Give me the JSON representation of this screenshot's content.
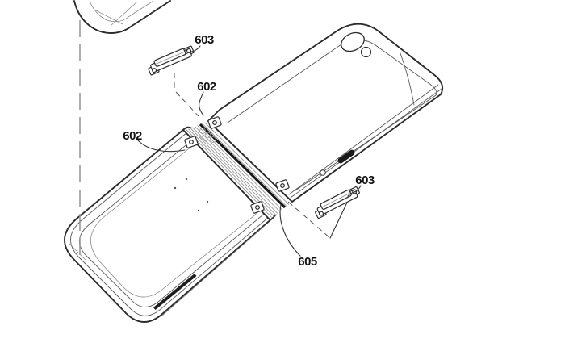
{
  "figure": {
    "title": "Foldable device hinge assembly patent drawing",
    "labels": {
      "l603_top": "603",
      "l602_upper": "602",
      "l602_left": "602",
      "l603_right": "603",
      "l605": "605"
    },
    "colors": {
      "line": "#2b2b2b",
      "thin_line": "#5a5a5a",
      "leader": "#333333",
      "axis_dash": "#9b9b9b",
      "stipple_dot": "#c4c4c4",
      "background": "#ffffff"
    }
  }
}
